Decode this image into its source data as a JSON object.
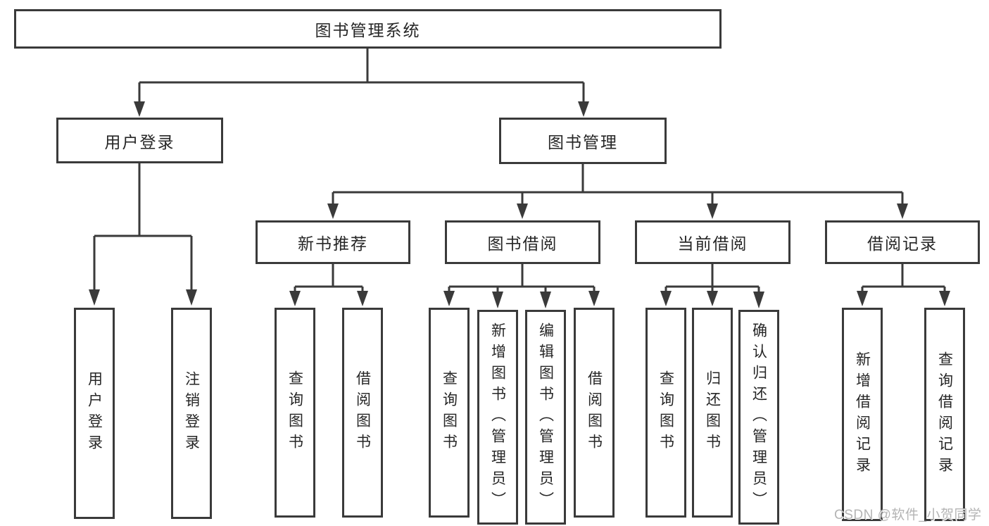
{
  "diagram": {
    "root": "图书管理系统",
    "level2": [
      {
        "label": "用户登录"
      },
      {
        "label": "图书管理"
      }
    ],
    "level3": [
      {
        "label": "新书推荐"
      },
      {
        "label": "图书借阅"
      },
      {
        "label": "当前借阅"
      },
      {
        "label": "借阅记录"
      }
    ],
    "groups": [
      {
        "items": [
          "用户登录",
          "注销登录"
        ]
      },
      {
        "items": [
          "查询图书",
          "借阅图书"
        ]
      },
      {
        "items": [
          "查询图书",
          "新增图书（管理员）",
          "编辑图书（管理员）",
          "借阅图书"
        ]
      },
      {
        "items": [
          "查询图书",
          "归还图书",
          "确认归还（管理员）"
        ]
      },
      {
        "items": [
          "新增借阅记录",
          "查询借阅记录"
        ]
      }
    ],
    "colors": {
      "line": "#3a3a3a",
      "text": "#262626",
      "watermark": "#b4b4b4"
    }
  },
  "watermark": "CSDN @软件_小贺同学"
}
